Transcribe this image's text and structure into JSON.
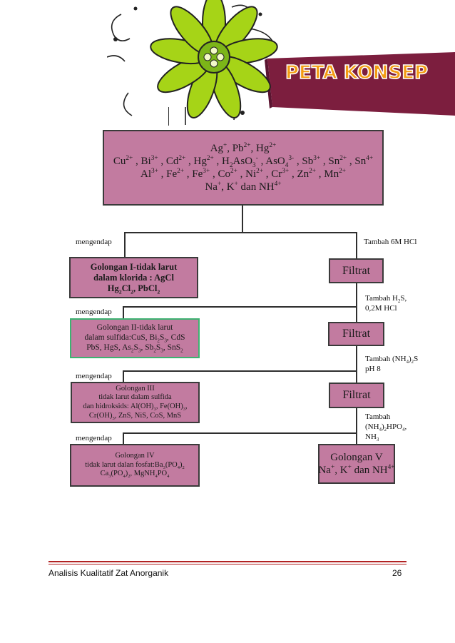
{
  "header": {
    "title": "PETA KONSEP",
    "colors": {
      "banner": "#7c1e3e",
      "flower": "#a6d417",
      "title_fill": "#f39c12",
      "title_stroke": "#ffffff"
    }
  },
  "diagram": {
    "top_box": {
      "line1": [
        {
          "t": "Ag"
        },
        {
          "t": "+",
          "s": "sup"
        },
        {
          "t": ", Pb"
        },
        {
          "t": "2+",
          "s": "sup"
        },
        {
          "t": ", Hg"
        },
        {
          "t": "2+",
          "s": "sup"
        }
      ],
      "line2": [
        {
          "t": "Cu"
        },
        {
          "t": "2+",
          "s": "sup"
        },
        {
          "t": " , Bi"
        },
        {
          "t": "3+",
          "s": "sup"
        },
        {
          "t": " , Cd"
        },
        {
          "t": "2+",
          "s": "sup"
        },
        {
          "t": " ,  Hg"
        },
        {
          "t": "2+",
          "s": "sup"
        },
        {
          "t": " , H"
        },
        {
          "t": "2",
          "s": "sub"
        },
        {
          "t": "AsO"
        },
        {
          "t": "3",
          "s": "sub"
        },
        {
          "t": "-",
          "s": "sup"
        },
        {
          "t": " , AsO"
        },
        {
          "t": "4",
          "s": "sub"
        },
        {
          "t": "3-",
          "s": "sup"
        },
        {
          "t": " , Sb"
        },
        {
          "t": "3+",
          "s": "sup"
        },
        {
          "t": " , Sn"
        },
        {
          "t": "2+",
          "s": "sup"
        },
        {
          "t": " , Sn"
        },
        {
          "t": "4+",
          "s": "sup"
        }
      ],
      "line3": [
        {
          "t": "Al"
        },
        {
          "t": "3+",
          "s": "sup"
        },
        {
          "t": " , Fe"
        },
        {
          "t": "2+",
          "s": "sup"
        },
        {
          "t": " , Fe"
        },
        {
          "t": "3+",
          "s": "sup"
        },
        {
          "t": " , Co"
        },
        {
          "t": "2+",
          "s": "sup"
        },
        {
          "t": " , Ni"
        },
        {
          "t": "2+",
          "s": "sup"
        },
        {
          "t": " , Cr"
        },
        {
          "t": "3+",
          "s": "sup"
        },
        {
          "t": " ,  Zn"
        },
        {
          "t": "2+",
          "s": "sup"
        },
        {
          "t": " , Mn"
        },
        {
          "t": "2+",
          "s": "sup"
        }
      ],
      "line4": [
        {
          "t": "Na"
        },
        {
          "t": "+",
          "s": "sup"
        },
        {
          "t": ", K"
        },
        {
          "t": "+",
          "s": "sup"
        },
        {
          "t": " dan NH"
        },
        {
          "t": "4+",
          "s": "sup"
        }
      ]
    },
    "labels": {
      "precipitate": "mengendap",
      "add_hcl": "Tambah 6M HCl",
      "add_h2s": [
        {
          "t": "Tambah H"
        },
        {
          "t": "2",
          "s": "sub"
        },
        {
          "t": "S,"
        }
      ],
      "add_h2s_2": "0,2M HCl",
      "add_nh4s": [
        {
          "t": "Tambah (NH"
        },
        {
          "t": "4",
          "s": "sub"
        },
        {
          "t": ")"
        },
        {
          "t": "2",
          "s": "sub"
        },
        {
          "t": "S"
        }
      ],
      "add_nh4s_2": "pH 8",
      "add_hpo4_1": "Tambah",
      "add_hpo4_2": [
        {
          "t": "(NH"
        },
        {
          "t": "4",
          "s": "sub"
        },
        {
          "t": ")"
        },
        {
          "t": "2",
          "s": "sub"
        },
        {
          "t": "HPO"
        },
        {
          "t": "4",
          "s": "sub"
        },
        {
          "t": ","
        }
      ],
      "add_hpo4_3": [
        {
          "t": "NH"
        },
        {
          "t": "3",
          "s": "sub"
        }
      ]
    },
    "filtrate": "Filtrat",
    "group1": {
      "line1": "Golongan I-tidak larut",
      "line2": "dalam klorida : AgCl",
      "line3": [
        {
          "t": "Hg"
        },
        {
          "t": "2",
          "s": "sub"
        },
        {
          "t": "Cl"
        },
        {
          "t": "2",
          "s": "sub"
        },
        {
          "t": ", PbCl"
        },
        {
          "t": "2",
          "s": "sub"
        }
      ]
    },
    "group2": {
      "line1": "Golongan II-tidak larut",
      "line2": [
        {
          "t": "dalam sulfida:CuS, Bi"
        },
        {
          "t": "2",
          "s": "sub"
        },
        {
          "t": "S"
        },
        {
          "t": "3",
          "s": "sub"
        },
        {
          "t": ", CdS"
        }
      ],
      "line3": [
        {
          "t": "PbS, HgS, As"
        },
        {
          "t": "2",
          "s": "sub"
        },
        {
          "t": "S"
        },
        {
          "t": "3",
          "s": "sub"
        },
        {
          "t": ", Sb"
        },
        {
          "t": "2",
          "s": "sub"
        },
        {
          "t": "S"
        },
        {
          "t": "3",
          "s": "sub"
        },
        {
          "t": ", SnS"
        },
        {
          "t": "2",
          "s": "sub"
        }
      ]
    },
    "group3": {
      "line1": "Golongan III",
      "line2": "tidak larut dalam sulfida",
      "line3": [
        {
          "t": "dan hidroksids: Al(OH)"
        },
        {
          "t": "3",
          "s": "sub"
        },
        {
          "t": ", Fe(OH)"
        },
        {
          "t": "3",
          "s": "sub"
        },
        {
          "t": ","
        }
      ],
      "line4": [
        {
          "t": "Cr(OH)"
        },
        {
          "t": "3",
          "s": "sub"
        },
        {
          "t": ", ZnS, NiS, CoS, MnS"
        }
      ]
    },
    "group4": {
      "line1": "Golongan IV",
      "line2": [
        {
          "t": "tidak larut dalan fosfat:Ba"
        },
        {
          "t": "3",
          "s": "sub"
        },
        {
          "t": "(PO"
        },
        {
          "t": "4",
          "s": "sub"
        },
        {
          "t": ")"
        },
        {
          "t": "2",
          "s": "sub"
        }
      ],
      "line3": [
        {
          "t": "Ca"
        },
        {
          "t": "3",
          "s": "sub"
        },
        {
          "t": "(PO"
        },
        {
          "t": "4",
          "s": "sub"
        },
        {
          "t": ")"
        },
        {
          "t": "2",
          "s": "sub"
        },
        {
          "t": ", MgNH"
        },
        {
          "t": "4",
          "s": "sub"
        },
        {
          "t": "PO"
        },
        {
          "t": "4",
          "s": "sub"
        }
      ]
    },
    "group5": {
      "line1": "Golongan V",
      "line2": [
        {
          "t": "Na"
        },
        {
          "t": "+",
          "s": "sup"
        },
        {
          "t": ", K"
        },
        {
          "t": "+",
          "s": "sup"
        },
        {
          "t": " dan NH"
        },
        {
          "t": "4+",
          "s": "sup"
        }
      ]
    },
    "colors": {
      "box_fill": "#c27ba0",
      "box_border": "#3a3a3a",
      "highlight_border": "#3cb371"
    }
  },
  "footer": {
    "left": "Analisis Kualitatif Zat Anorganik",
    "page": "26",
    "rule_color": "#b22222"
  }
}
